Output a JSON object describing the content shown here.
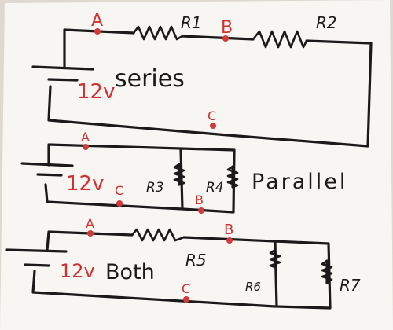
{
  "colors": {
    "paper": "#f7f6f3",
    "ink": "#1a1a1a",
    "red": "#cf3030",
    "background": "#ddd9d0"
  },
  "series": {
    "title": "series",
    "voltage": "12v",
    "node_a": "A",
    "node_b": "B",
    "node_c": "C",
    "r1": "R1",
    "r2": "R2"
  },
  "parallel": {
    "title": "Parallel",
    "voltage": "12v",
    "node_a": "A",
    "node_b": "B",
    "node_c": "C",
    "r3": "R3",
    "r4": "R4"
  },
  "both": {
    "title": "Both",
    "voltage": "12v",
    "node_a": "A",
    "node_b": "B",
    "node_c": "C",
    "r5": "R5",
    "r6": "R6",
    "r7": "R7"
  }
}
